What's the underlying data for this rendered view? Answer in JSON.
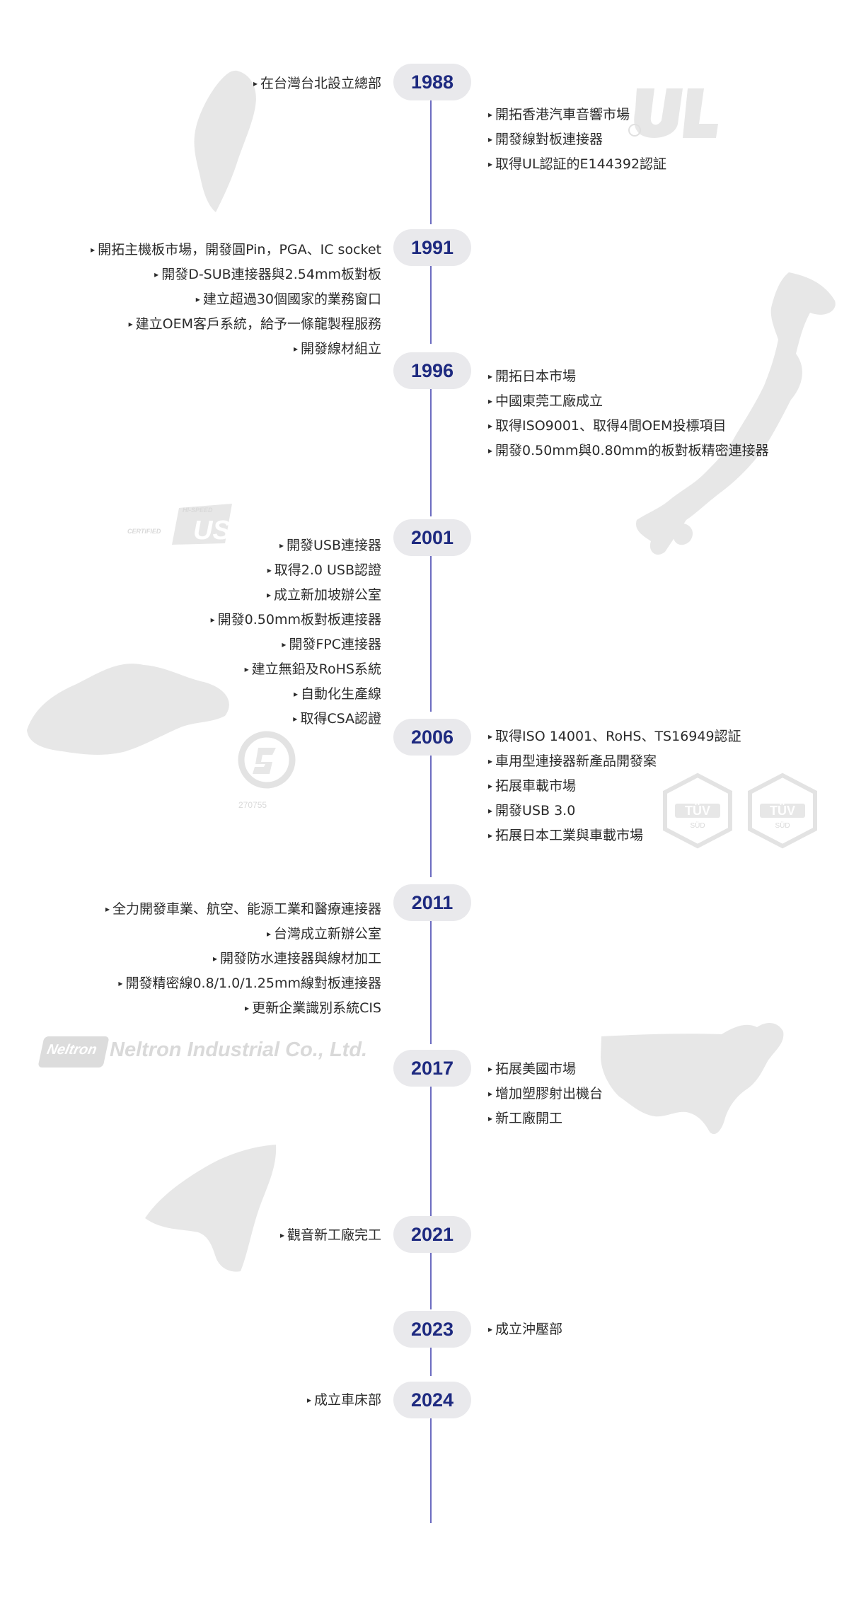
{
  "timeline": [
    {
      "year": "1988",
      "side": "left",
      "items": [
        "在台灣台北設立總部"
      ]
    },
    {
      "year": "1988",
      "side": "right",
      "items": [
        "開拓香港汽車音響市場",
        "開發線對板連接器",
        "取得UL認証的E144392認証"
      ]
    },
    {
      "year": "1991",
      "side": "left",
      "items": [
        "開拓主機板市場，開發圓Pin，PGA、IC socket",
        "開發D-SUB連接器與2.54mm板對板",
        "建立超過30個國家的業務窗口",
        "建立OEM客戶系統，給予一條龍製程服務",
        "開發線材組立"
      ]
    },
    {
      "year": "1996",
      "side": "right",
      "items": [
        "開拓日本市場",
        "中國東莞工廠成立",
        "取得ISO9001、取得4間OEM投標項目",
        "開發0.50mm與0.80mm的板對板精密連接器"
      ]
    },
    {
      "year": "2001",
      "side": "left",
      "items": [
        "開發USB連接器",
        "取得2.0 USB認證",
        "成立新加坡辦公室",
        "開發0.50mm板對板連接器",
        "開發FPC連接器",
        "建立無鉛及RoHS系統",
        "自動化生產線",
        "取得CSA認證"
      ]
    },
    {
      "year": "2006",
      "side": "right",
      "items": [
        "取得ISO 14001、RoHS、TS16949認証",
        "車用型連接器新產品開發案",
        "拓展車載市場",
        "開發USB 3.0",
        "拓展日本工業與車載市場"
      ]
    },
    {
      "year": "2011",
      "side": "left",
      "items": [
        "全力開發車業、航空、能源工業和醫療連接器",
        "台灣成立新辦公室",
        "開發防水連接器與線材加工",
        "開發精密線0.8/1.0/1.25mm線對板連接器",
        "更新企業識別系統CIS"
      ]
    },
    {
      "year": "2017",
      "side": "right",
      "items": [
        "拓展美國市場",
        "增加塑膠射出機台",
        "新工廠開工"
      ]
    },
    {
      "year": "2021",
      "side": "left",
      "items": [
        "觀音新工廠完工"
      ]
    },
    {
      "year": "2023",
      "side": "right",
      "items": [
        "成立沖壓部"
      ]
    },
    {
      "year": "2024",
      "side": "left",
      "items": [
        "成立車床部"
      ]
    }
  ],
  "years": [
    "1988",
    "1991",
    "1996",
    "2001",
    "2006",
    "2011",
    "2017",
    "2021",
    "2023",
    "2024"
  ],
  "logos": {
    "usb_top": "HI-SPEED",
    "usb_left": "CERTIFIED",
    "usb_main": "USB",
    "csa_code": "270755",
    "tuv": "TÜV",
    "sud": "SÜD",
    "neltron_badge": "Neltron",
    "neltron_name": "Neltron Industrial Co., Ltd."
  },
  "colors": {
    "year_text": "#1e2a80",
    "axis": "#6b6bc0",
    "year_bg": "#e9e9ec",
    "map": "#e7e7e7"
  }
}
